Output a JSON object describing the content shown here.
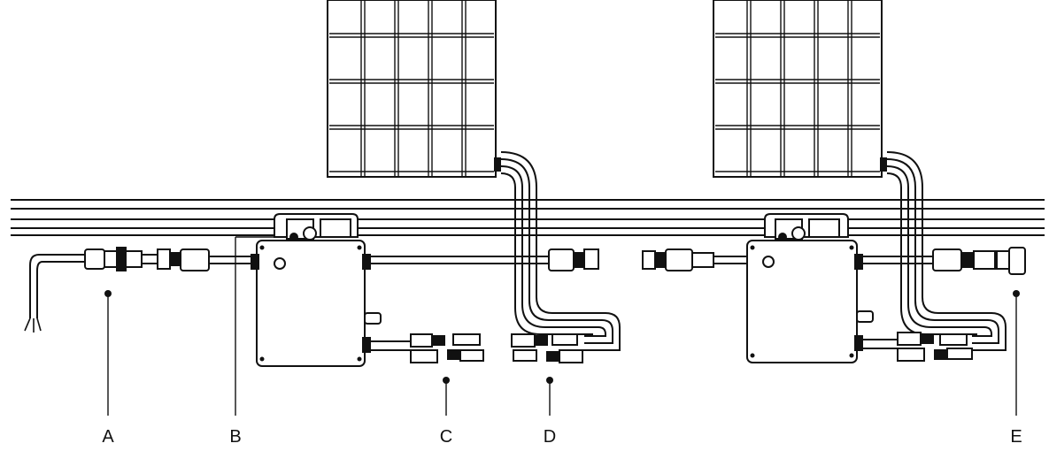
{
  "colors": {
    "line": "#111111",
    "fill_panel": "#ffffff",
    "fill_inverter": "#ffffff",
    "background": "#ffffff"
  },
  "callouts": [
    {
      "id": "A",
      "text": "A"
    },
    {
      "id": "B",
      "text": "B"
    },
    {
      "id": "C",
      "text": "C"
    },
    {
      "id": "D",
      "text": "D"
    },
    {
      "id": "E",
      "text": "E"
    }
  ]
}
